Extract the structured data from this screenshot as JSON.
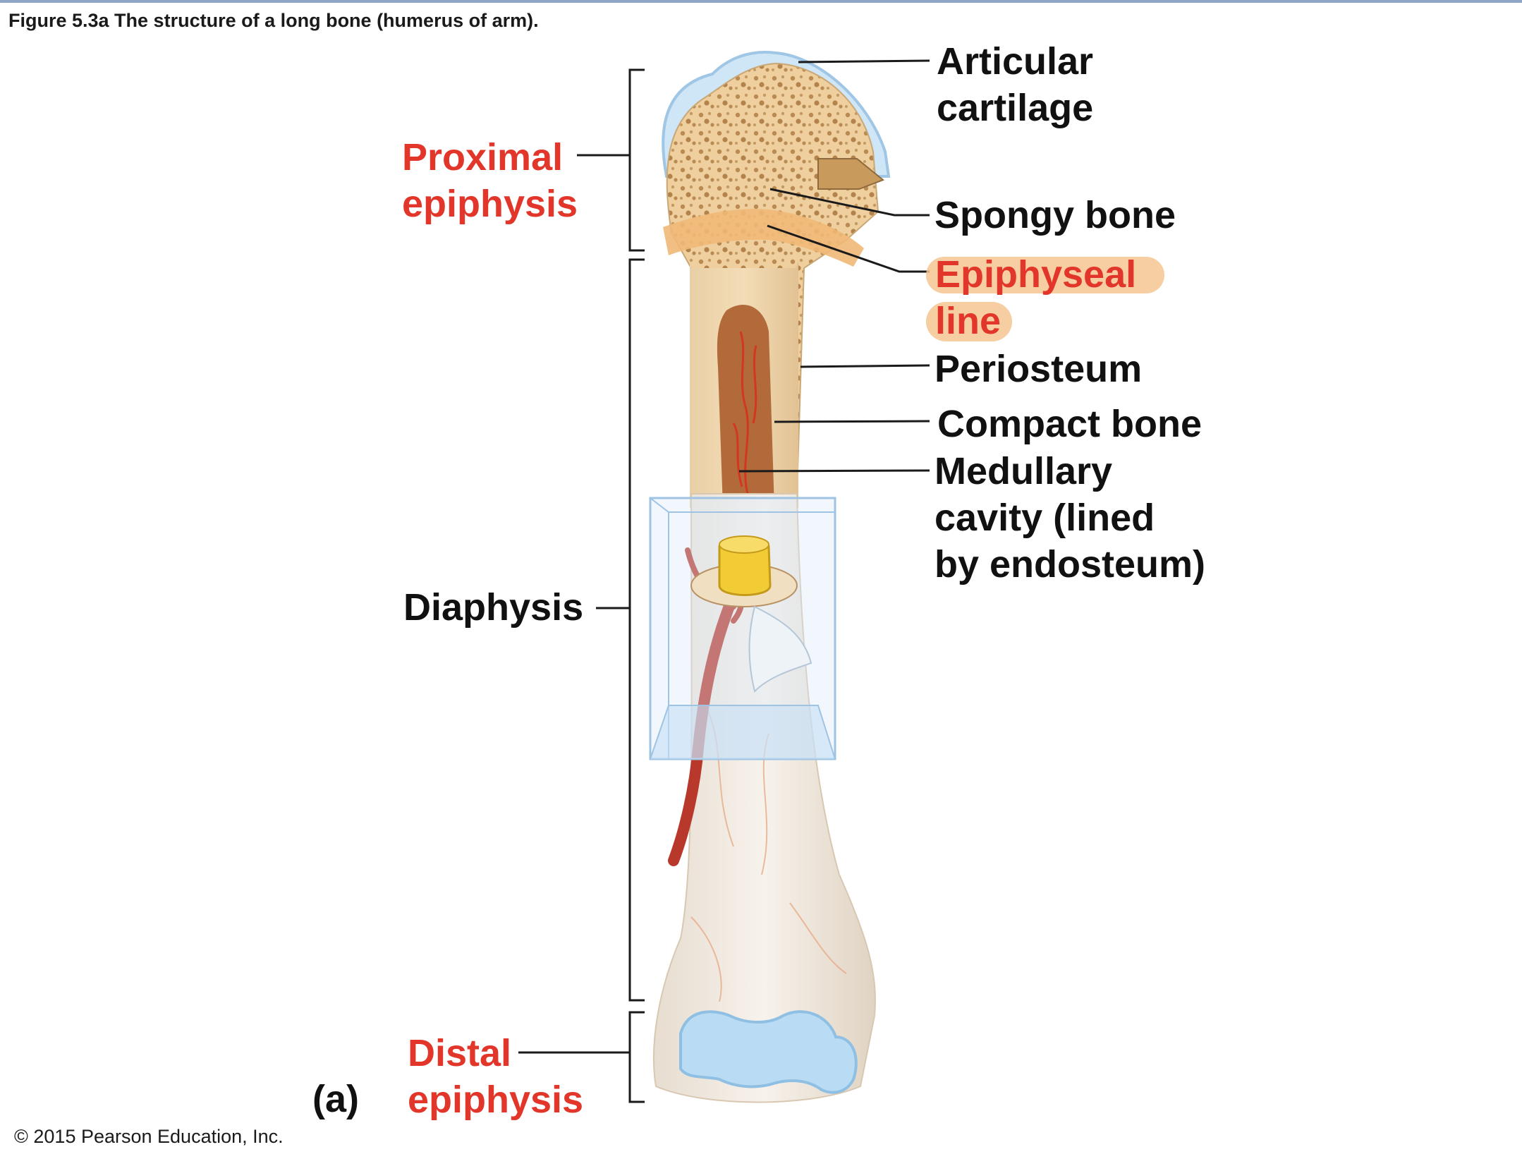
{
  "caption": "Figure 5.3a The structure of a long bone (humerus of arm).",
  "copyright": "© 2015 Pearson Education, Inc.",
  "panel_letter": "(a)",
  "colors": {
    "red_label": "#e2362a",
    "highlight": "#f6c690",
    "bone": "#efcf9e",
    "cartilage": "#b9dcf4",
    "vessel": "#b8392b"
  },
  "labels_left": {
    "proximal_epiphysis": [
      "Proximal",
      "epiphysis"
    ],
    "diaphysis": "Diaphysis",
    "distal_epiphysis": [
      "Distal",
      "epiphysis"
    ]
  },
  "labels_right": {
    "articular_cartilage": [
      "Articular",
      "cartilage"
    ],
    "spongy_bone": "Spongy bone",
    "epiphyseal_line": [
      "Epiphyseal",
      "line"
    ],
    "periosteum": "Periosteum",
    "compact_bone": "Compact bone",
    "medullary_cavity": [
      "Medullary",
      "cavity (lined",
      "by endosteum)"
    ]
  }
}
